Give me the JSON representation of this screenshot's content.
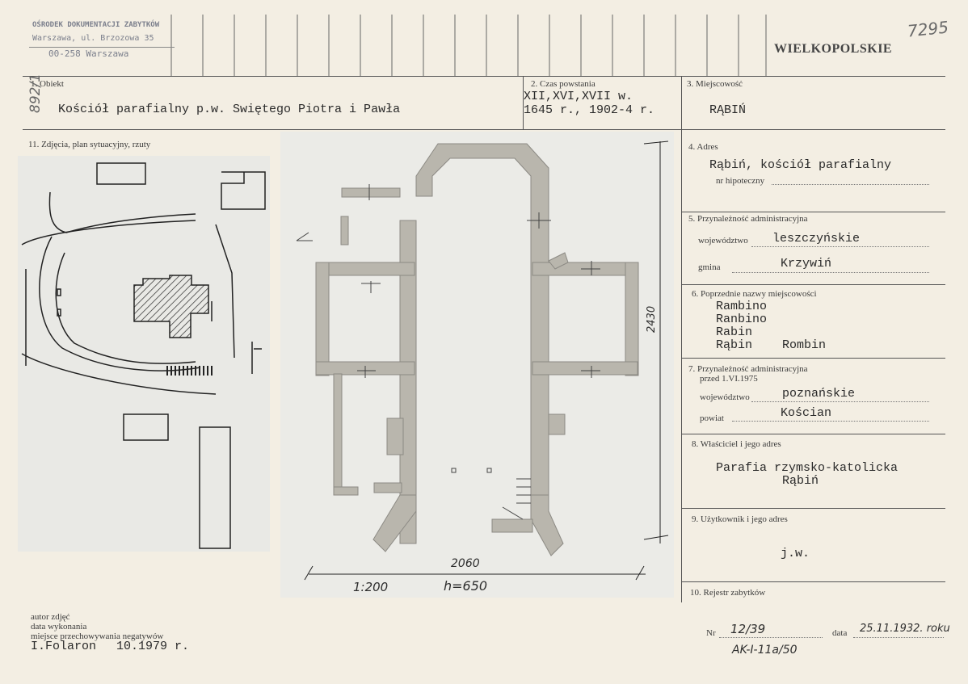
{
  "stamp": {
    "line1": "OŚRODEK DOKUMENTACJI ZABYTKÓW",
    "line2": "Warszawa, ul. Brzozowa 35",
    "line3": "00-258 Warszawa"
  },
  "region": "WIELKOPOLSKIE",
  "card_number": "7295",
  "side_number": "892/1",
  "fields": {
    "obiekt": {
      "label": "1. Obiekt",
      "value": "Kościół parafialny p.w. Swiętego Piotra i Pawła"
    },
    "czas": {
      "label": "2. Czas powstania",
      "line1": "XII,XVI,XVII w.",
      "line2": "1645 r., 1902-4 r."
    },
    "miejscowosc": {
      "label": "3. Miejscowość",
      "value": "RĄBIŃ"
    },
    "zdjecia": {
      "label": "11. Zdjęcia, plan sytuacyjny, rzuty"
    },
    "adres": {
      "label": "4. Adres",
      "value": "Rąbiń, kościół parafialny",
      "hipoteczny_label": "nr hipoteczny"
    },
    "przynaleznosc": {
      "label": "5. Przynależność administracyjna",
      "woj_label": "województwo",
      "woj_value": "leszczyńskie",
      "gmina_label": "gmina",
      "gmina_value": "Krzywiń"
    },
    "poprzednie": {
      "label": "6. Poprzednie nazwy miejscowości",
      "names": [
        "Rambino",
        "Ranbino",
        "Rabin",
        "Rąbin",
        "Rombin"
      ]
    },
    "przynaleznosc_przed": {
      "label": "7. Przynależność administracyjna",
      "sub": "przed 1.VI.1975",
      "woj_label": "województwo",
      "woj_value": "poznańskie",
      "powiat_label": "powiat",
      "powiat_value": "Kościan"
    },
    "wlasciciel": {
      "label": "8. Właściciel i jego adres",
      "line1": "Parafia rzymsko-katolicka",
      "line2": "Rąbiń"
    },
    "uzytkownik": {
      "label": "9. Użytkownik i jego adres",
      "value": "j.w."
    },
    "rejestr": {
      "label": "10. Rejestr zabytków",
      "nr_label": "Nr",
      "nr_value": "12/39",
      "data_label": "data",
      "data_value": "25.11.1932. roku",
      "second": "AK-I-11a/50"
    }
  },
  "plan": {
    "scale": "1:200",
    "height": "h=650",
    "width_dim": "2060",
    "length_dim": "2430"
  },
  "footer": {
    "line1": "autor zdjęć",
    "line2": "data wykonania",
    "line3": "miejsce przechowywania negatywów",
    "author": "I.Folaron",
    "date": "10.1979 r."
  }
}
